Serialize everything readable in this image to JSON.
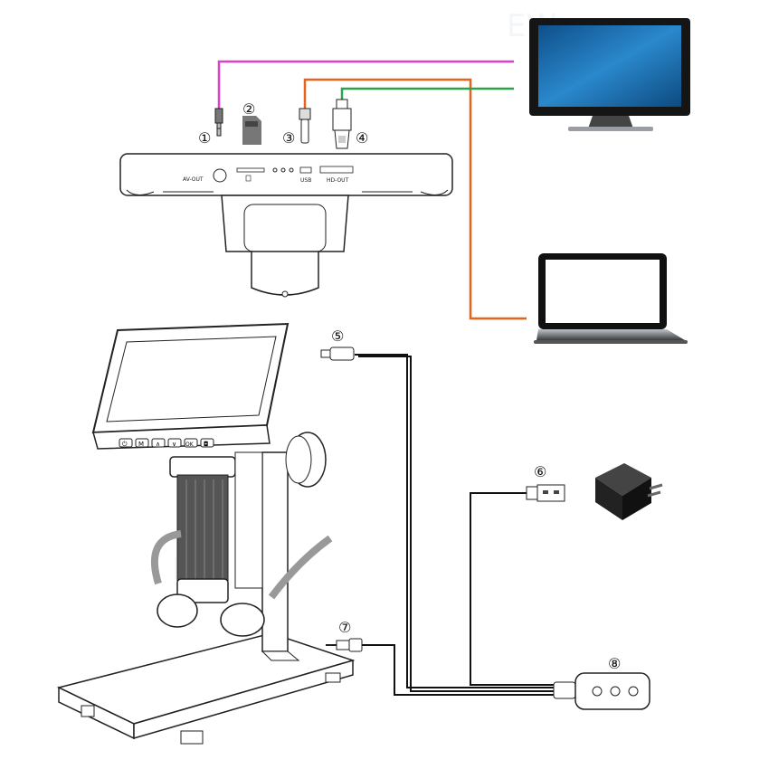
{
  "callouts": {
    "c1": "①",
    "c2": "②",
    "c3": "③",
    "c4": "④",
    "c5": "⑤",
    "c6": "⑥",
    "c7": "⑦",
    "c8": "⑧"
  },
  "ports": {
    "av_out": "AV-OUT",
    "usb": "USB",
    "hd_out": "HD-OUT"
  },
  "buttons": [
    "⏻",
    "M",
    "∧",
    "∨",
    "OK",
    "◘"
  ],
  "colors": {
    "av_cable": "#e040c8",
    "usb_cable": "#e8621e",
    "hdmi_cable": "#2ca24a",
    "monitor_screen": "#1f74b6",
    "cable_black": "#111111"
  },
  "icons": {
    "monitor": "monitor-icon",
    "laptop": "laptop-icon",
    "adapter": "power-adapter-icon",
    "sd_card": "sd-card-icon"
  }
}
